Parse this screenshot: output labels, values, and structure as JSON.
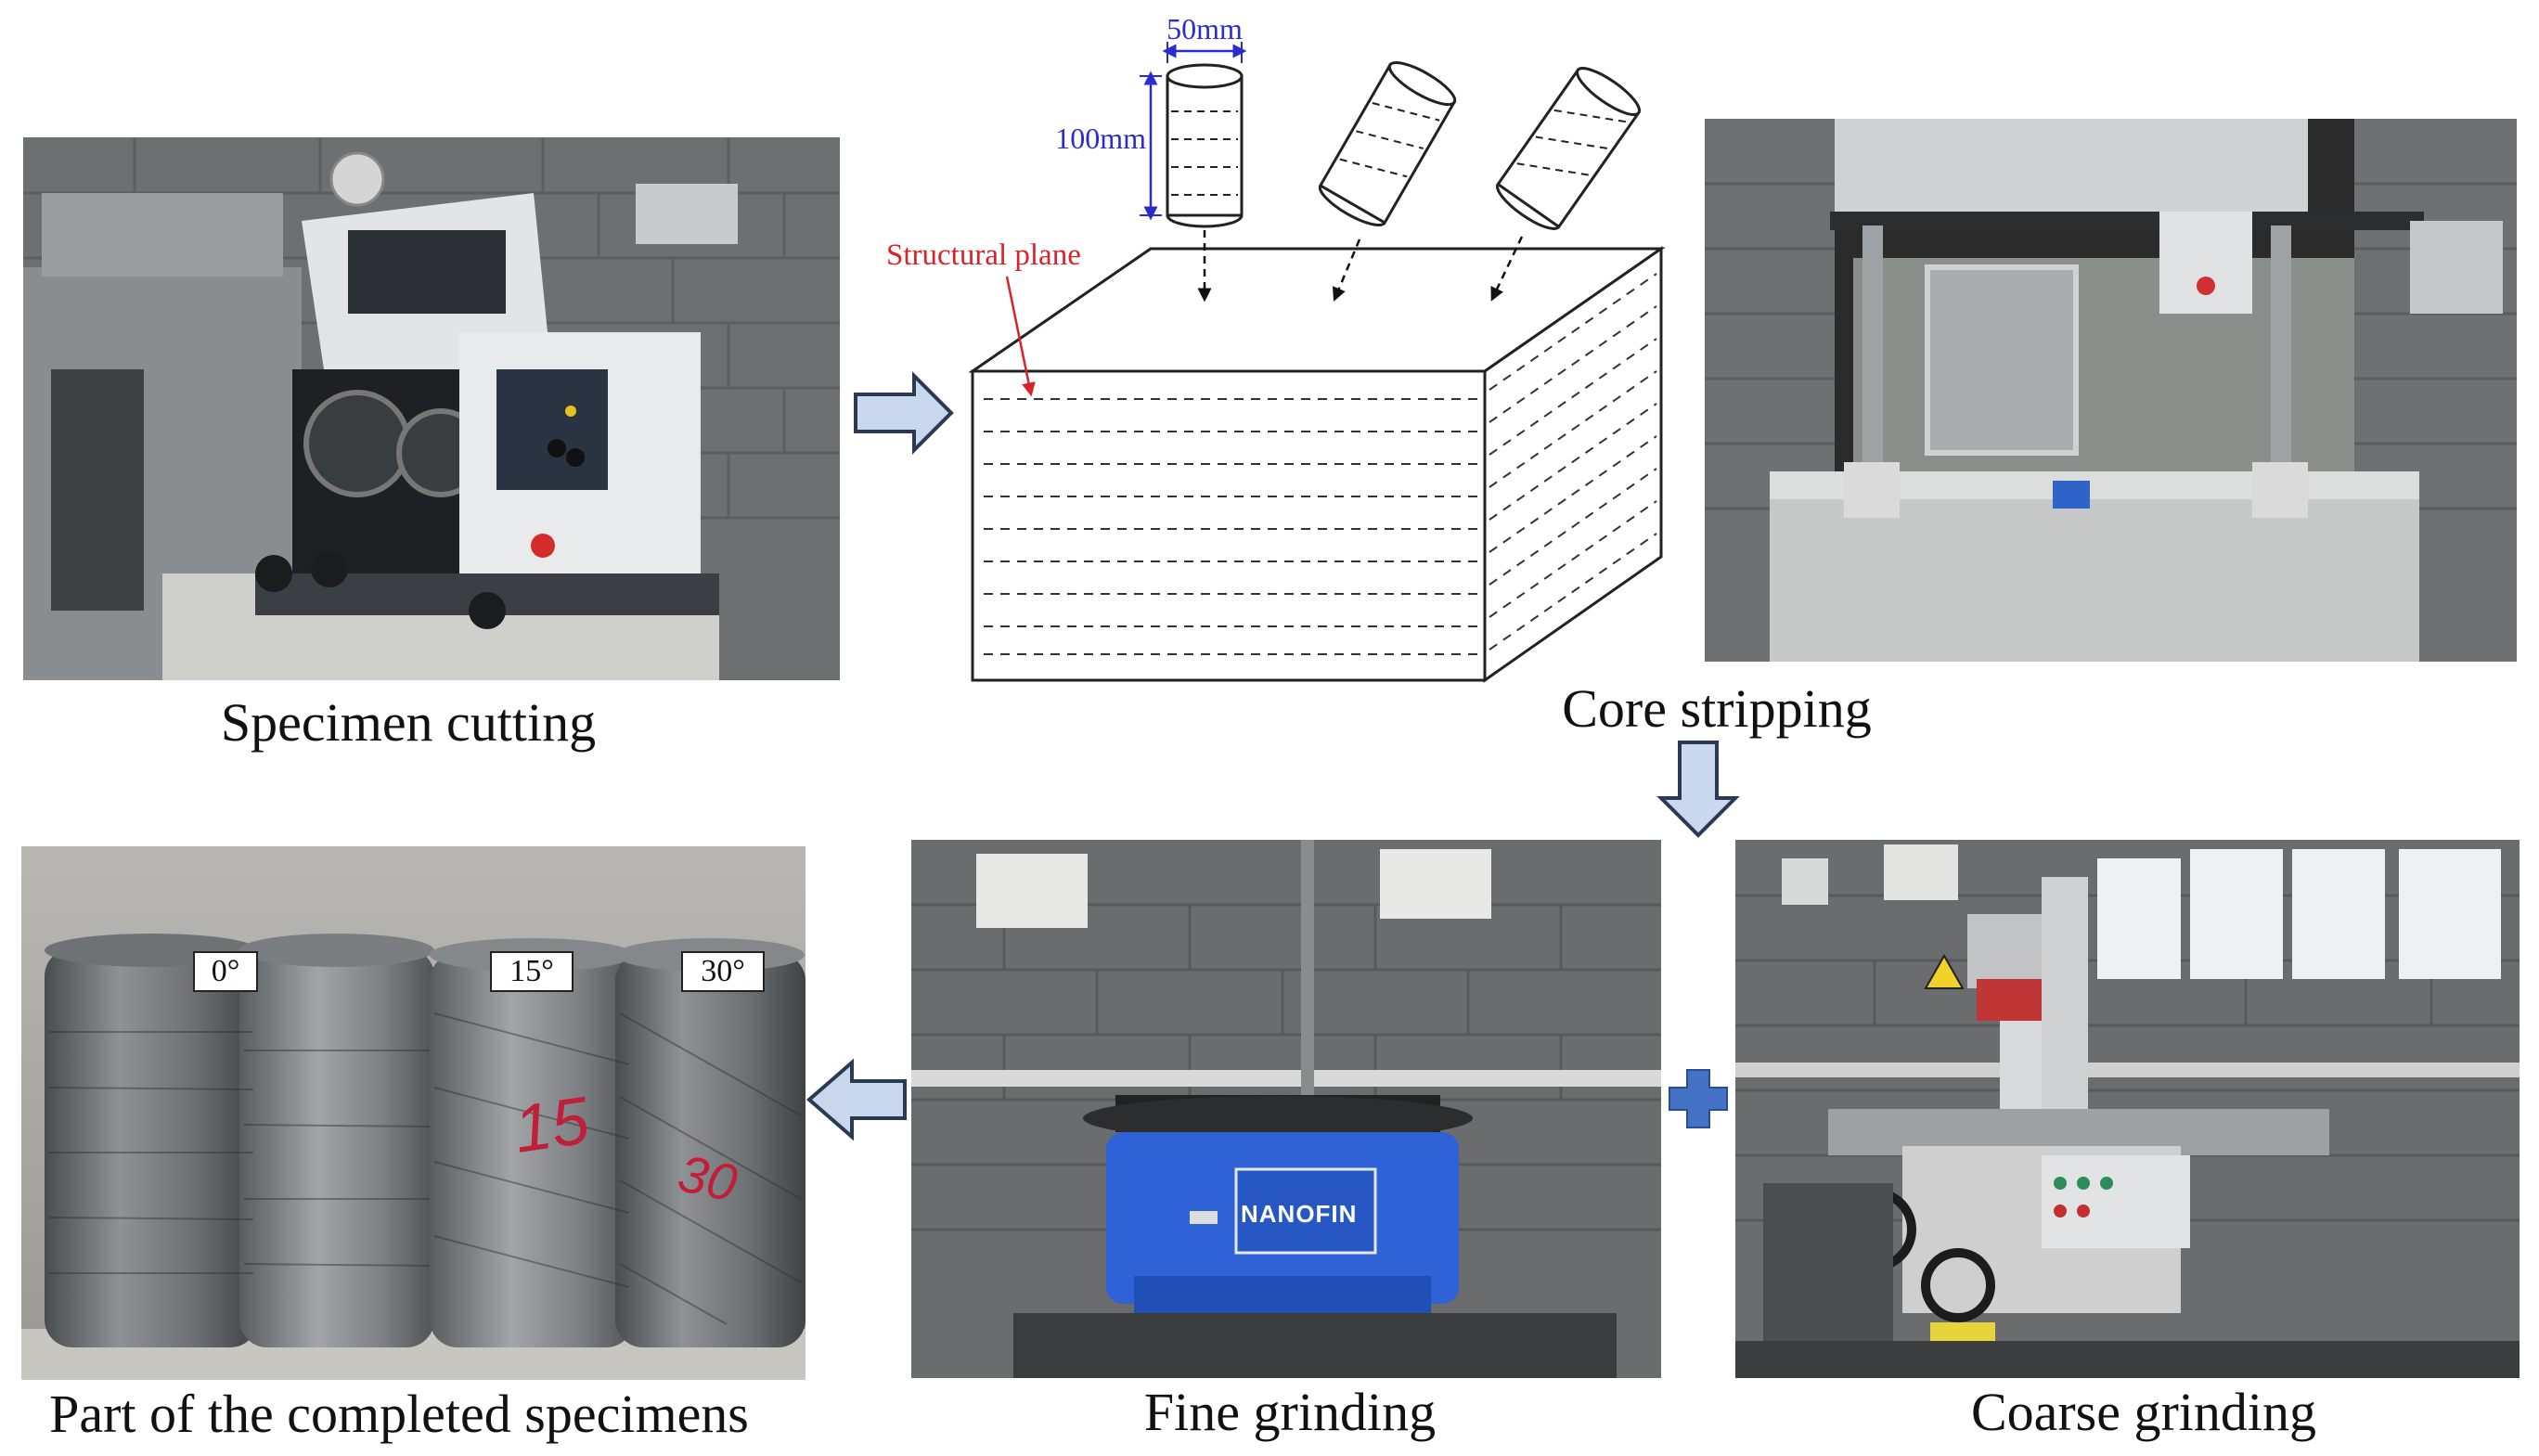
{
  "panels": {
    "specimen_cutting": {
      "caption": "Specimen cutting"
    },
    "core_stripping": {
      "caption": "Core stripping"
    },
    "completed_specimens": {
      "caption": "Part of the completed specimens"
    },
    "fine_grinding": {
      "caption": "Fine grinding",
      "machine_brand": "NANOFIN"
    },
    "coarse_grinding": {
      "caption": "Coarse grinding"
    }
  },
  "schematic": {
    "diameter_label": "50mm",
    "height_label": "100mm",
    "structural_plane_label": "Structural plane"
  },
  "specimen_angles": [
    "0°",
    "15°",
    "30°"
  ],
  "handwriting": [
    "15",
    "30"
  ],
  "colors": {
    "arrow_fill": "#c9d8ec",
    "arrow_stroke": "#2a3a55",
    "plus": "#4472c4",
    "dimension": "#2c2ccc",
    "structural_plane": "#d9232a"
  }
}
